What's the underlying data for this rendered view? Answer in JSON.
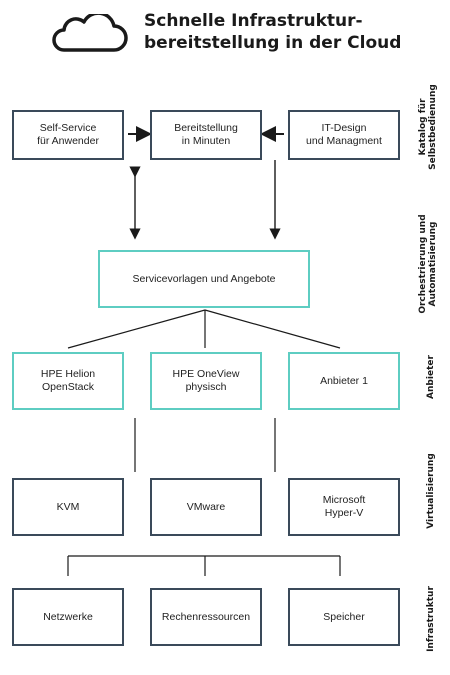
{
  "header": {
    "title": "Schnelle Infrastruktur-\nbereitstellung in der Cloud",
    "icon": "cloud-icon"
  },
  "catalog": {
    "self_service": "Self-Service\nfür Anwender",
    "provisioning": "Bereitstellung\nin Minuten",
    "it_design": "IT-Design\nund Managment"
  },
  "orchestration": {
    "templates": "Servicevorlagen und Angebote"
  },
  "providers": {
    "helion": "HPE Helion\nOpenStack",
    "oneview": "HPE OneView\nphysisch",
    "provider1": "Anbieter 1"
  },
  "virtualization": {
    "kvm": "KVM",
    "vmware": "VMware",
    "hyperv": "Microsoft\nHyper-V"
  },
  "infrastructure": {
    "network": "Netzwerke",
    "compute": "Rechenressourcen",
    "storage": "Speicher"
  },
  "side_labels": {
    "catalog": "Katalog für\nSelbstbedienung",
    "orchestration": "Orchestrierung und\nAutomatisierung",
    "providers": "Anbieter",
    "virtualization": "Virtualisierung",
    "infrastructure": "Infrastruktur"
  },
  "colors": {
    "dark_border": "#3a4a5a",
    "teal_border": "#5ecdc2"
  }
}
